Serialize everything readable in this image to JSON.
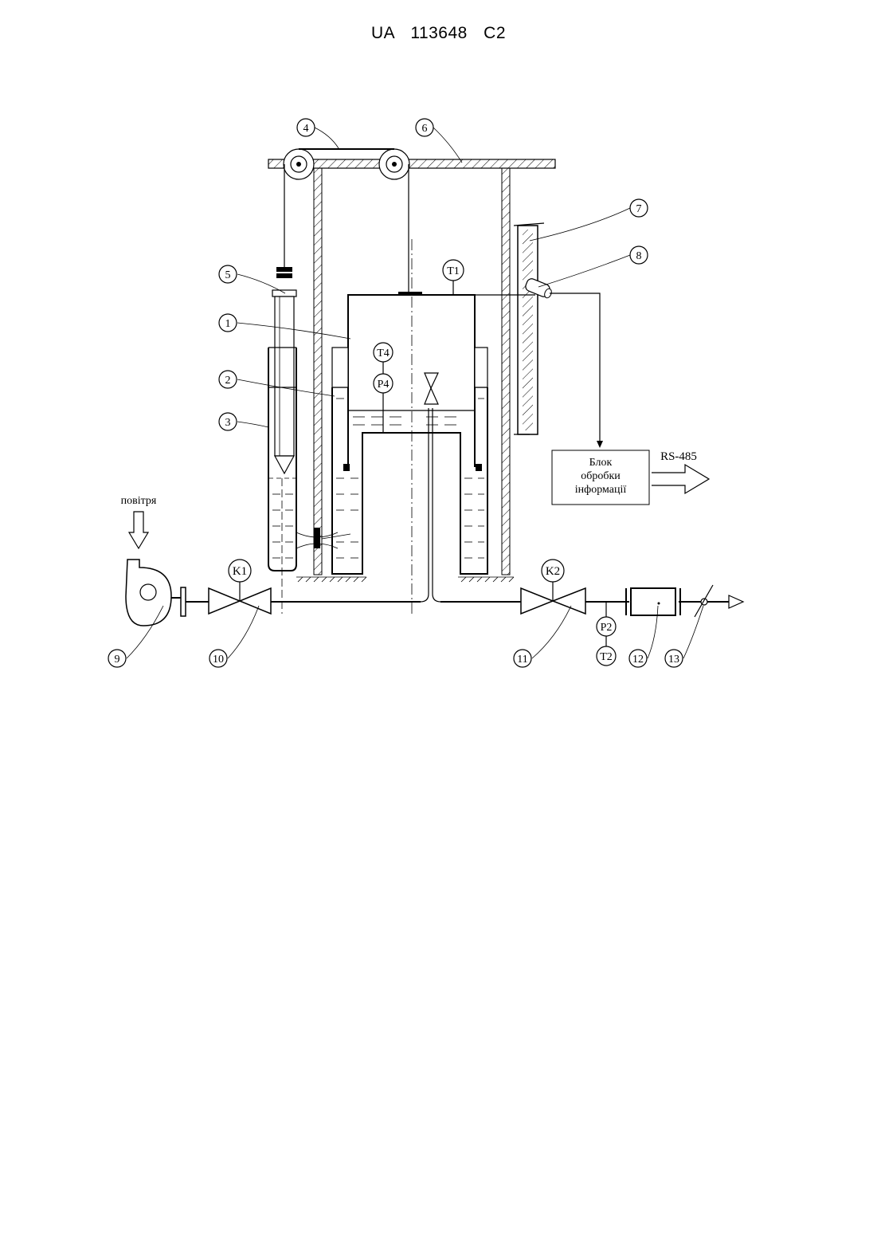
{
  "header": {
    "patent_number": "UA   113648   C2"
  },
  "diagram": {
    "part_numbers": [
      "1",
      "2",
      "3",
      "4",
      "5",
      "6",
      "7",
      "8",
      "9",
      "10",
      "11",
      "12",
      "13"
    ],
    "sensors": {
      "t1": "T1",
      "t4": "T4",
      "p4": "P4",
      "p2": "P2",
      "t2": "T2"
    },
    "valves": {
      "k1": "K1",
      "k2": "K2"
    },
    "air_label": "повітря",
    "block": {
      "line1": "Блок",
      "line2": "обробки",
      "line3": "інформації"
    },
    "rs485": "RS-485"
  }
}
